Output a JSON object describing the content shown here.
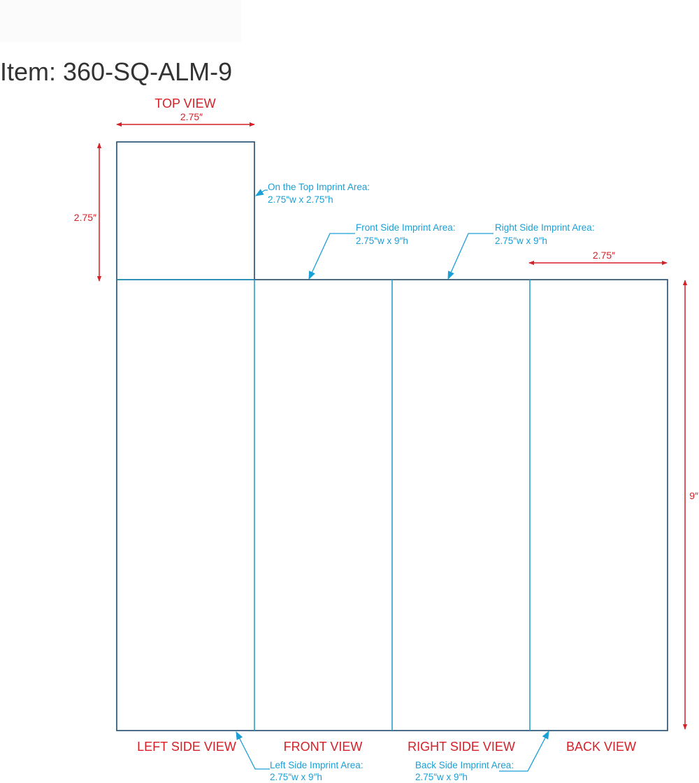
{
  "title": "Item: 360-SQ-ALM-9",
  "colors": {
    "outline": "#1f4a6e",
    "panel_divider": "#2aa0c8",
    "dimension": "#d62027",
    "callout": "#1a9fd6",
    "title_text": "#333333"
  },
  "views": {
    "top": "TOP VIEW",
    "left": "LEFT SIDE VIEW",
    "front": "FRONT VIEW",
    "right": "RIGHT SIDE VIEW",
    "back": "BACK VIEW"
  },
  "dimensions": {
    "top_width": "2.75″",
    "top_height": "2.75″",
    "back_width": "2.75″",
    "height": "9″"
  },
  "callouts": {
    "top": {
      "title": "On the Top Imprint Area:",
      "size": "2.75″w x 2.75″h"
    },
    "front": {
      "title": "Front Side Imprint Area:",
      "size": "2.75″w x 9″h"
    },
    "right": {
      "title": "Right Side Imprint Area:",
      "size": "2.75″w x 9″h"
    },
    "left": {
      "title": "Left Side Imprint Area:",
      "size": "2.75″w x 9″h"
    },
    "back": {
      "title": "Back Side Imprint Area:",
      "size": "2.75″w x 9″h"
    }
  }
}
